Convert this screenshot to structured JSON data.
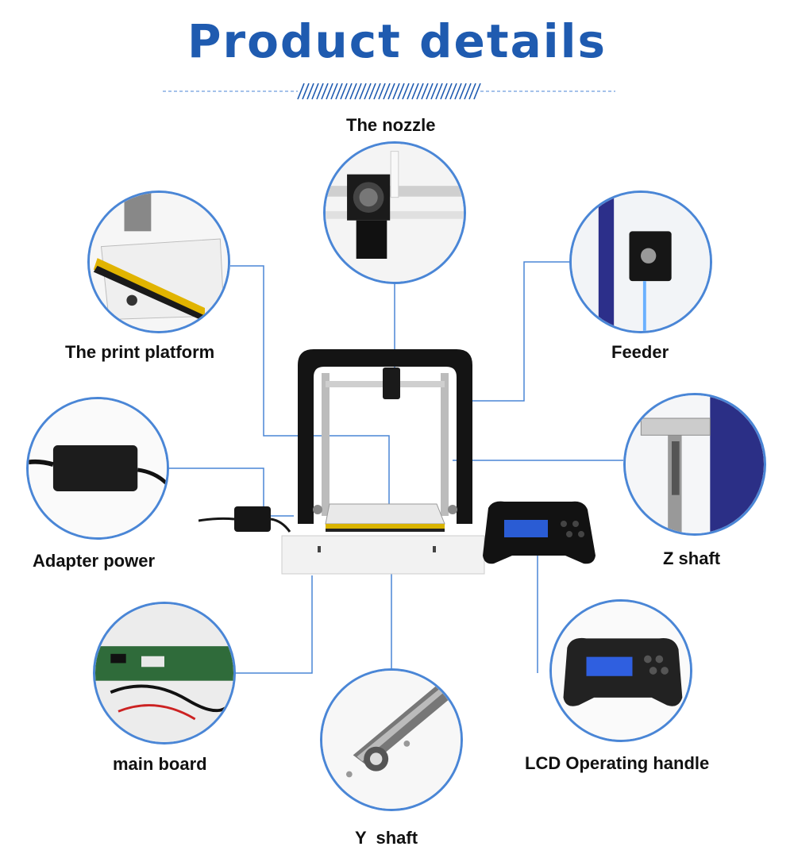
{
  "page": {
    "title": "Product details",
    "accent_color": "#1f5bb0",
    "circle_border_color": "#4a86d6"
  },
  "callouts": {
    "nozzle": "The nozzle",
    "print_platform": "The print platform",
    "feeder": "Feeder",
    "adapter_power": "Adapter power",
    "z_shaft": "Z shaft",
    "main_board": "main board",
    "lcd_handle": "LCD Operating handle",
    "y_shaft": "Y  shaft"
  }
}
